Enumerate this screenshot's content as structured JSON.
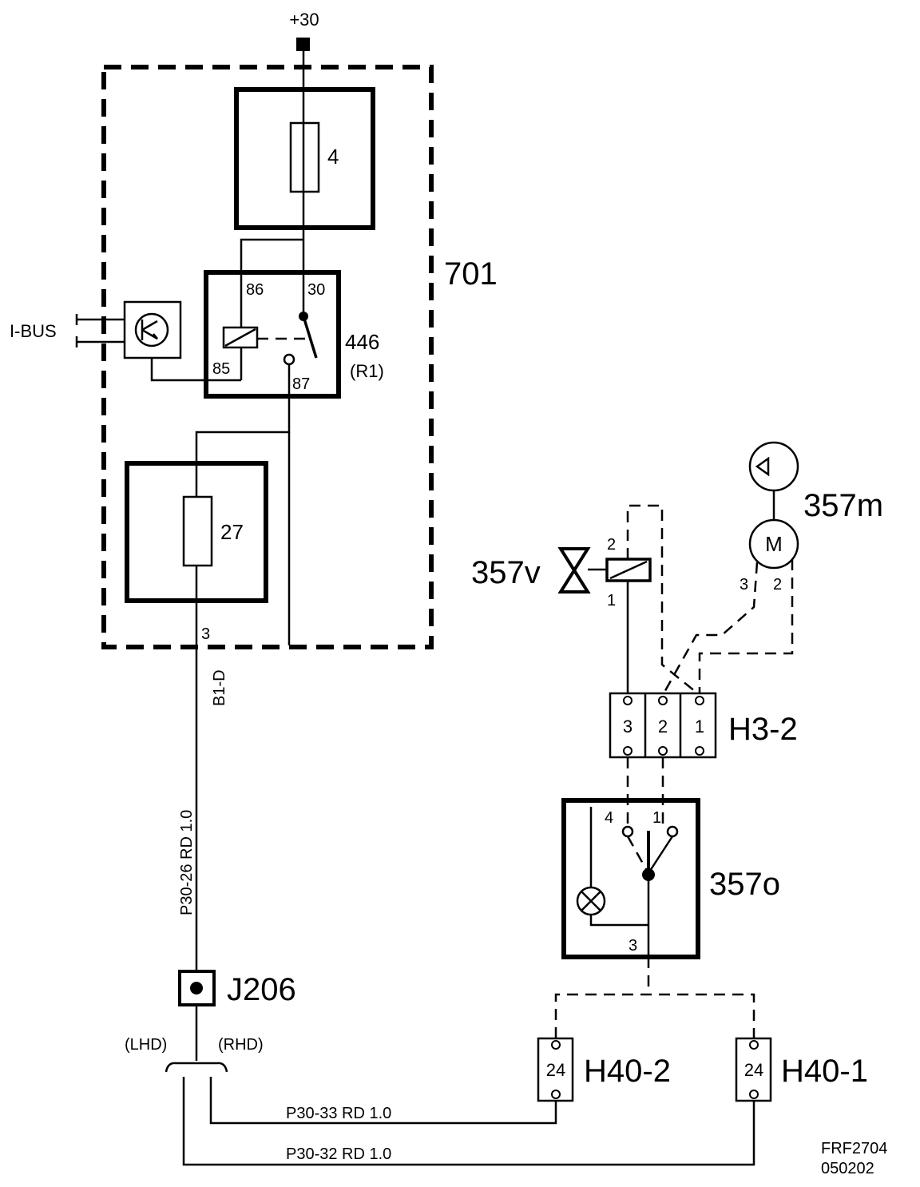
{
  "supply": {
    "label": "+30"
  },
  "module_701": {
    "label": "701"
  },
  "fuse_4": {
    "label": "4"
  },
  "fuse_27": {
    "label": "27"
  },
  "relay_446": {
    "label": "446",
    "sublabel": "(R1)",
    "pins": {
      "p86": "86",
      "p30": "30",
      "p85": "85",
      "p87": "87"
    }
  },
  "ibus": {
    "label": "I-BUS"
  },
  "module_pin_3": "3",
  "b1d": {
    "label": "B1-D"
  },
  "wire_main": {
    "label": "P30-26  RD  1.0"
  },
  "j206": {
    "label": "J206"
  },
  "lhd": {
    "label": "(LHD)"
  },
  "rhd": {
    "label": "(RHD)"
  },
  "wire_33": {
    "label": "P30-33  RD  1.0"
  },
  "wire_32": {
    "label": "P30-32  RD  1.0"
  },
  "valve_357v": {
    "label": "357v",
    "pin_top": "2",
    "pin_bottom": "1"
  },
  "motor_357m": {
    "label": "357m",
    "symbol": "M",
    "pin_left": "3",
    "pin_right": "2"
  },
  "connector_h3_2": {
    "label": "H3-2",
    "pins": [
      "3",
      "2",
      "1"
    ]
  },
  "switch_357o": {
    "label": "357o",
    "pin_4": "4",
    "pin_1": "1",
    "pin_3": "3"
  },
  "connector_h40_2": {
    "label": "H40-2",
    "pin": "24"
  },
  "connector_h40_1": {
    "label": "H40-1",
    "pin": "24"
  },
  "ref": {
    "code": "FRF2704",
    "date": "050202"
  }
}
